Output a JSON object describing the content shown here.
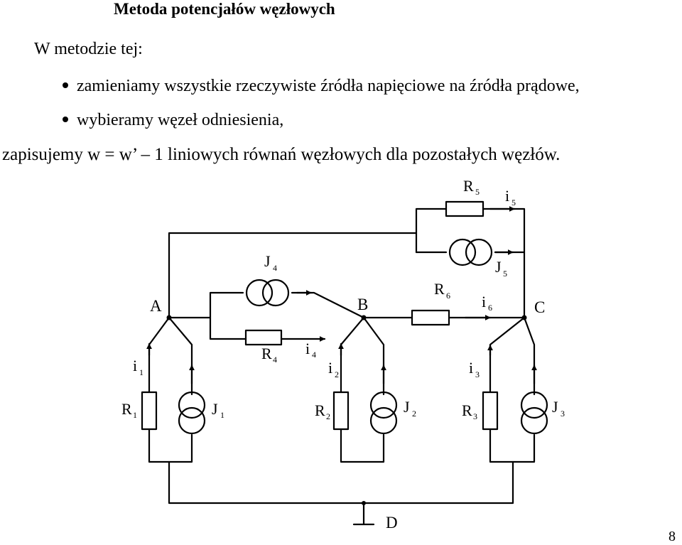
{
  "title": "Metoda potencjałów węzłowych",
  "intro": "W metodzie tej:",
  "bullets": [
    "zamieniamy wszystkie rzeczywiste źródła napięciowe na źródła prądowe,",
    "wybieramy węzeł odniesienia,"
  ],
  "statement": "zapisujemy w = w’ – 1 liniowych równań węzłowych dla pozostałych węzłów.",
  "page_number": "8",
  "circuit": {
    "nodes": [
      "A",
      "B",
      "C",
      "D"
    ],
    "labels": {
      "R1": {
        "main": "R",
        "sub": "1"
      },
      "R2": {
        "main": "R",
        "sub": "2"
      },
      "R3": {
        "main": "R",
        "sub": "3"
      },
      "R4": {
        "main": "R",
        "sub": "4"
      },
      "R5": {
        "main": "R",
        "sub": "5"
      },
      "R6": {
        "main": "R",
        "sub": "6"
      },
      "J1": {
        "main": "J",
        "sub": "1"
      },
      "J2": {
        "main": "J",
        "sub": "2"
      },
      "J3": {
        "main": "J",
        "sub": "3"
      },
      "J4": {
        "main": "J",
        "sub": "4"
      },
      "J5": {
        "main": "J",
        "sub": "5"
      },
      "i1": {
        "main": "i",
        "sub": "1"
      },
      "i2": {
        "main": "i",
        "sub": "2"
      },
      "i3": {
        "main": "i",
        "sub": "3"
      },
      "i4": {
        "main": "i",
        "sub": "4"
      },
      "i5": {
        "main": "i",
        "sub": "5"
      },
      "i6": {
        "main": "i",
        "sub": "6"
      }
    }
  }
}
